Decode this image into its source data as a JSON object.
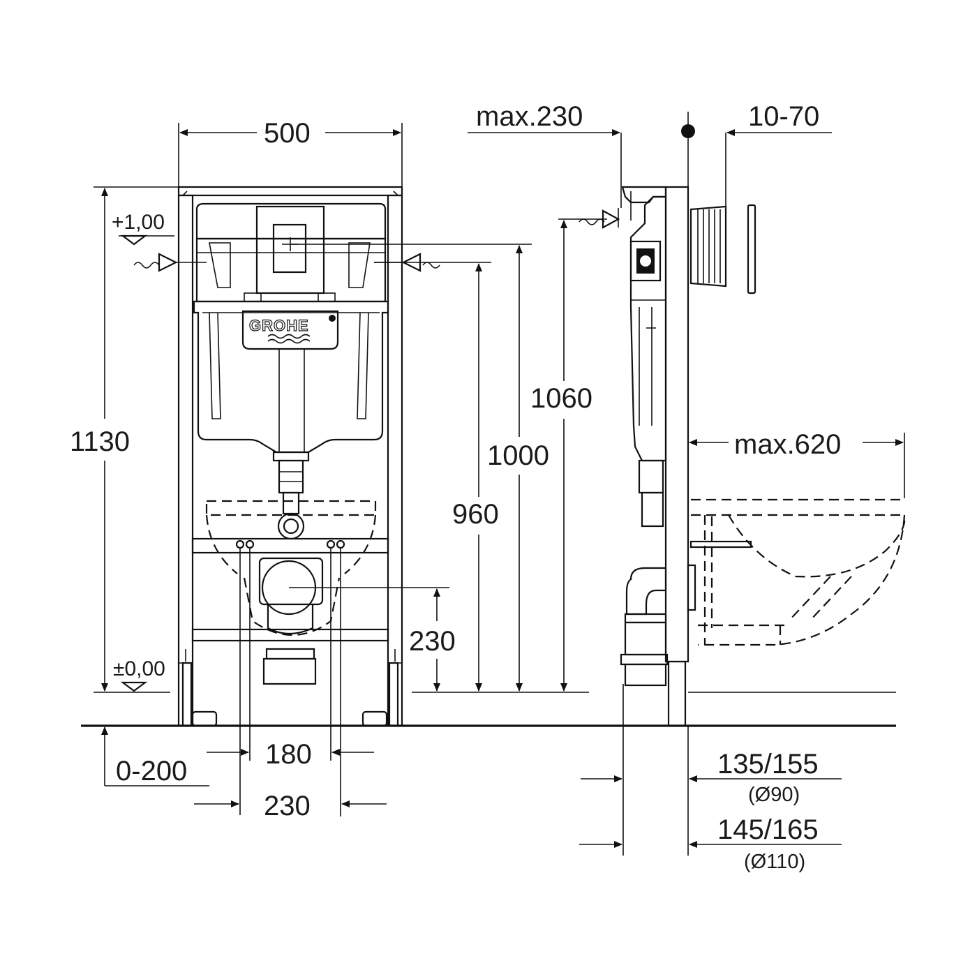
{
  "front_view": {
    "width": "500",
    "total_height": "1130",
    "level_top": "+1,00",
    "level_zero": "±0,00",
    "height_1060": "1060",
    "height_1000": "1000",
    "height_960": "960",
    "outlet_height": "230",
    "floor_range": "0-200",
    "bolt_spacing_180": "180",
    "bolt_spacing_230": "230",
    "brand": "GROHE"
  },
  "side_view": {
    "max_230": "max.230",
    "range_10_70": "10-70",
    "max_620": "max.620",
    "depth_90": "135/155",
    "diam_90": "(Ø90)",
    "depth_110": "145/165",
    "diam_110": "(Ø110)"
  }
}
